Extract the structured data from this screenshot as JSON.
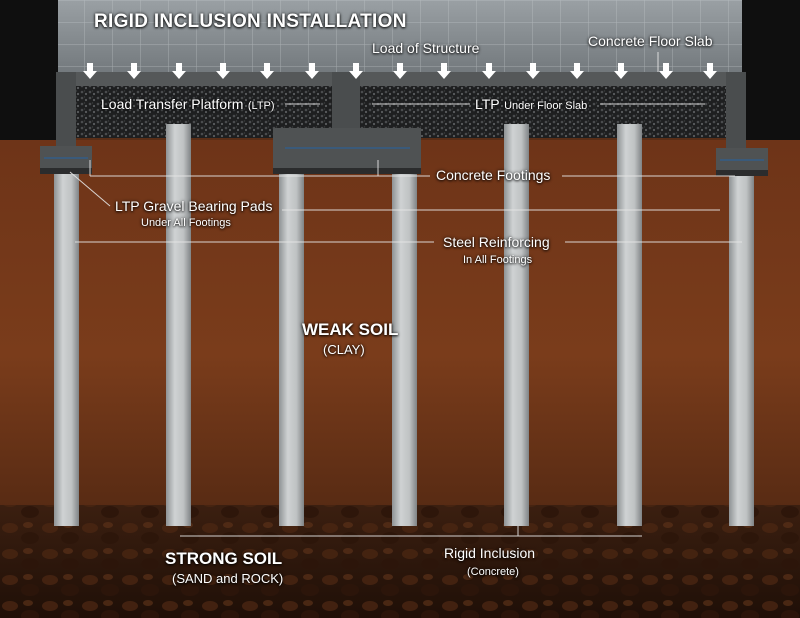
{
  "title": "RIGID INCLUSION INSTALLATION",
  "labels": {
    "load_of_structure": "Load of Structure",
    "concrete_floor_slab": "Concrete Floor Slab",
    "ltp_main": "Load Transfer Platform",
    "ltp_abbrev": "(LTP)",
    "ltp_under_main": "LTP",
    "ltp_under_sub": "Under Floor Slab",
    "concrete_footings": "Concrete Footings",
    "gravel_pads": "LTP Gravel Bearing Pads",
    "gravel_pads_sub": "Under All Footings",
    "steel_reinforcing": "Steel Reinforcing",
    "steel_reinforcing_sub": "In All Footings",
    "weak_soil": "WEAK SOIL",
    "weak_soil_sub": "(CLAY)",
    "strong_soil": "STRONG SOIL",
    "strong_soil_sub": "(SAND and ROCK)",
    "rigid_inclusion": "Rigid Inclusion",
    "rigid_inclusion_sub": "(Concrete)"
  },
  "colors": {
    "wall": "#8a8f93",
    "soil": "#6b3519",
    "soil_dark": "#3d1d0e",
    "concrete": "#b9bcbd",
    "ltp_gravel": "#222324",
    "text": "#ffffff",
    "leader_line": "#e6e6e6"
  },
  "columns_count": 7,
  "load_arrows_count": 15
}
